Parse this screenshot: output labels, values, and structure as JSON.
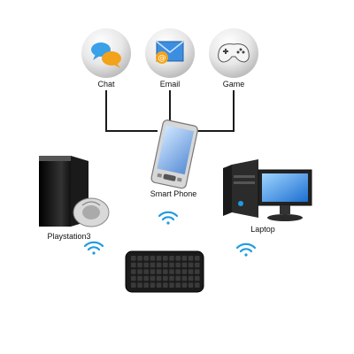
{
  "labels": {
    "chat": "Chat",
    "email": "Email",
    "game": "Game",
    "smartphone": "Smart Phone",
    "playstation": "Playstation3",
    "laptop": "Laptop"
  },
  "icons": {
    "chat": "chat-bubbles-icon",
    "email": "email-envelope-icon",
    "game": "gamepad-icon",
    "smartphone": "smartphone-icon",
    "playstation": "game-console-icon",
    "laptop": "desktop-computer-icon",
    "keyboard": "mini-keyboard-icon",
    "wireless": "wifi-signal-icon"
  },
  "colors": {
    "connector": "#1a1a1a",
    "wifi": "#1e9be0",
    "bubble": "#e6e6e6"
  }
}
